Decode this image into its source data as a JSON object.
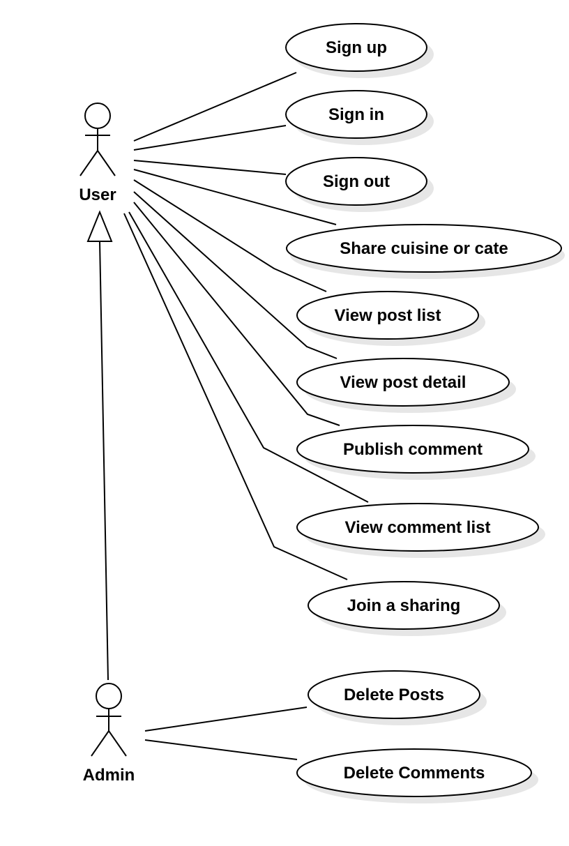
{
  "colors": {
    "background": "#ffffff",
    "stroke": "#000000",
    "shadow": "#e6e6e6"
  },
  "actors": {
    "user": {
      "label": "User"
    },
    "admin": {
      "label": "Admin"
    }
  },
  "use_cases": {
    "sign_up": "Sign up",
    "sign_in": "Sign in",
    "sign_out": "Sign out",
    "share_cuisine": "Share cuisine or cate",
    "view_post_list": "View post list",
    "view_post_detail": "View post detail",
    "publish_comment": "Publish comment",
    "view_comment_list": "View comment list",
    "join_sharing": "Join a sharing",
    "delete_posts": "Delete Posts",
    "delete_comments": "Delete Comments"
  }
}
